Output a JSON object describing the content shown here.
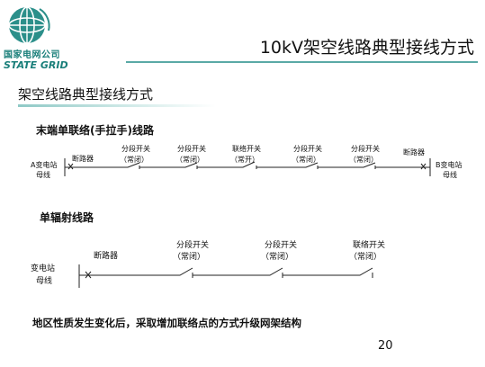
{
  "header": {
    "logo_cn": "国家电网公司",
    "logo_en": "STATE GRID",
    "title": "10kV架空线路典型接线方式"
  },
  "subtitle": "架空线路典型接线方式",
  "section1": {
    "label": "末端单联络(手拉手)线路",
    "left_station": [
      "A变电站",
      "母线"
    ],
    "right_station": [
      "B变电站",
      "母线"
    ],
    "breaker_left": "断路器",
    "breaker_right": "断路器",
    "switches": [
      {
        "name": "分段开关",
        "state": "（常闭）"
      },
      {
        "name": "分段开关",
        "state": "（常闭）"
      },
      {
        "name": "联络开关",
        "state": "（常开）"
      },
      {
        "name": "分段开关",
        "state": "（常闭）"
      },
      {
        "name": "分段开关",
        "state": "（常闭）"
      }
    ]
  },
  "section2": {
    "label": "单辐射线路",
    "station": [
      "变电站",
      "母线"
    ],
    "breaker": "断路器",
    "switches": [
      {
        "name": "分段开关",
        "state": "（常闭）"
      },
      {
        "name": "分段开关",
        "state": "（常闭）"
      },
      {
        "name": "联络开关",
        "state": "（常闭）"
      }
    ]
  },
  "bottom_text": "地区性质发生变化后，采取增加联络点的方式升级网架结构",
  "page_number": "20",
  "colors": {
    "accent": "#5aa9a6",
    "logo": "#1a7f7a",
    "line": "#222222"
  }
}
